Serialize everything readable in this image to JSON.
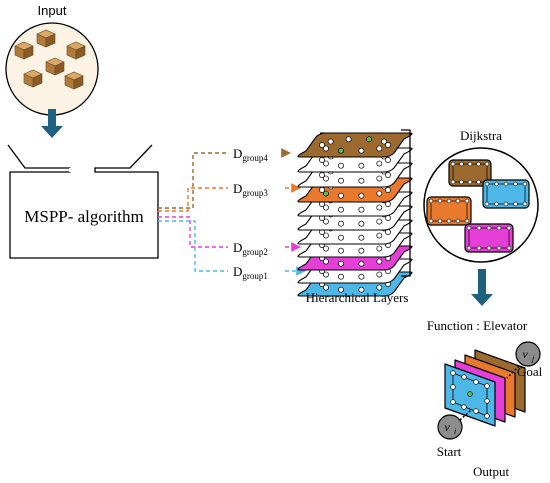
{
  "input_label": "Input",
  "algorithm_label": "MSPP- algorithm",
  "groups": [
    {
      "letter": "D",
      "sub": "group4",
      "color": "#9C6A2E"
    },
    {
      "letter": "D",
      "sub": "group3",
      "color": "#E8792D"
    },
    {
      "letter": "D",
      "sub": "group2",
      "color": "#E63FD8"
    },
    {
      "letter": "D",
      "sub": "group1",
      "color": "#4DB8E8"
    }
  ],
  "layers_label": "Hierarchical Layers",
  "dijkstra_label": "Dijkstra",
  "function_label": "Function : Elevator",
  "goal_node": {
    "symbol": "v",
    "subscript": "j"
  },
  "goal_label": "Goal",
  "start_node": {
    "symbol": "v",
    "subscript": "i"
  },
  "start_label": "Start",
  "output_label": "Output",
  "colors": {
    "brown": "#9C6A2E",
    "orange": "#E8792D",
    "magenta": "#E63FD8",
    "blue": "#4DB8E8",
    "arrow": "#1F5F7F",
    "node_green": "#5DC24A",
    "node_gray": "#8C8C8C"
  }
}
